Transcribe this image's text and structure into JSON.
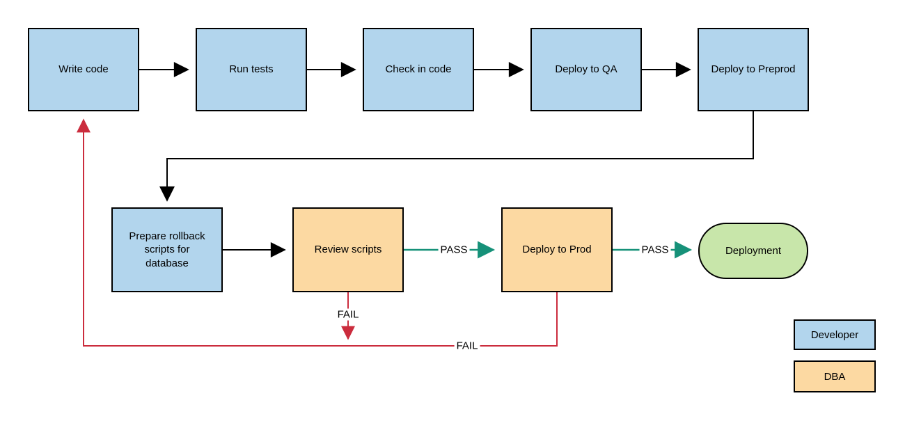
{
  "nodes": {
    "write_code": {
      "label": "Write code",
      "role": "Developer",
      "fill": "#b2d5ed"
    },
    "run_tests": {
      "label": "Run tests",
      "role": "Developer",
      "fill": "#b2d5ed"
    },
    "check_in_code": {
      "label": "Check in code",
      "role": "Developer",
      "fill": "#b2d5ed"
    },
    "deploy_qa": {
      "label": "Deploy to QA",
      "role": "Developer",
      "fill": "#b2d5ed"
    },
    "deploy_preprod": {
      "label": "Deploy to Preprod",
      "role": "Developer",
      "fill": "#b2d5ed"
    },
    "prepare_rollback": {
      "label": "Prepare rollback scripts for database",
      "role": "Developer",
      "fill": "#b2d5ed"
    },
    "review_scripts": {
      "label": "Review scripts",
      "role": "DBA",
      "fill": "#fcd9a2"
    },
    "deploy_prod": {
      "label": "Deploy to Prod",
      "role": "DBA",
      "fill": "#fcd9a2"
    },
    "deployment": {
      "label": "Deployment",
      "role": "terminator",
      "fill": "#c8e6aa"
    }
  },
  "edges": [
    {
      "from": "Write code",
      "to": "Run tests",
      "label": "",
      "color": "#000000"
    },
    {
      "from": "Run tests",
      "to": "Check in code",
      "label": "",
      "color": "#000000"
    },
    {
      "from": "Check in code",
      "to": "Deploy to QA",
      "label": "",
      "color": "#000000"
    },
    {
      "from": "Deploy to QA",
      "to": "Deploy to Preprod",
      "label": "",
      "color": "#000000"
    },
    {
      "from": "Deploy to Preprod",
      "to": "Prepare rollback scripts for database",
      "label": "",
      "color": "#000000"
    },
    {
      "from": "Prepare rollback scripts for database",
      "to": "Review scripts",
      "label": "",
      "color": "#000000"
    },
    {
      "from": "Review scripts",
      "to": "Deploy to Prod",
      "label": "PASS",
      "color": "#169179"
    },
    {
      "from": "Deploy to Prod",
      "to": "Deployment",
      "label": "PASS",
      "color": "#169179"
    },
    {
      "from": "Review scripts",
      "to": "fail-return-line",
      "label": "FAIL",
      "color": "#cb2c3d"
    },
    {
      "from": "Deploy to Prod",
      "to": "Write code",
      "label": "FAIL",
      "color": "#cb2c3d"
    }
  ],
  "legend": {
    "developer": {
      "label": "Developer",
      "fill": "#b2d5ed"
    },
    "dba": {
      "label": "DBA",
      "fill": "#fcd9a2"
    }
  },
  "colors": {
    "node_border": "#000000",
    "black_line": "#000000",
    "pass_line": "#169179",
    "fail_line": "#cb2c3d",
    "developer_fill": "#b2d5ed",
    "dba_fill": "#fcd9a2",
    "terminator_fill": "#c8e6aa",
    "background": "#ffffff"
  }
}
